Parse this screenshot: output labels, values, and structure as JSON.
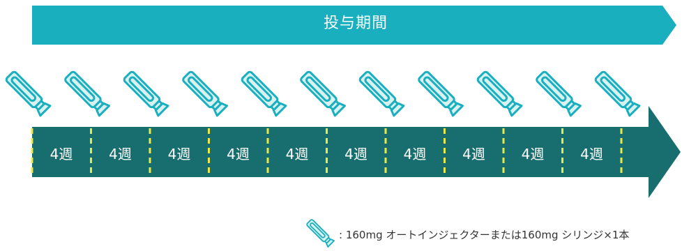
{
  "banner": {
    "title": "投与期間"
  },
  "timeline": {
    "interval_label": "4週",
    "intervals": [
      "4週",
      "4週",
      "4週",
      "4週",
      "4週",
      "4週",
      "4週",
      "4週",
      "4週",
      "4週"
    ],
    "injection_count": 11
  },
  "legend": {
    "icon": "autoinjector-icon",
    "text": ": 160mg オートインジェクターまたは160mg シリンジ×1本"
  },
  "colors": {
    "banner": "#1aafbf",
    "timeline": "#186e6e",
    "divider": "#e8e84a",
    "injector_fill": "#d8f2f2",
    "injector_stroke": "#1aafbf"
  }
}
